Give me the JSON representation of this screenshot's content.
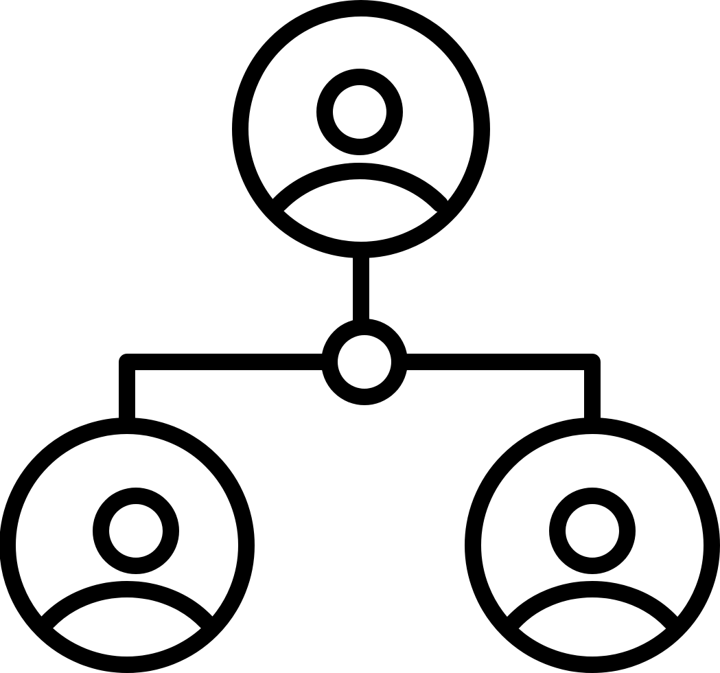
{
  "icon": {
    "name": "organization-hierarchy-icon",
    "stroke_color": "#000000",
    "background_color": "#ffffff",
    "style": "outline"
  },
  "nodes": [
    {
      "id": "top",
      "icon": "user-avatar-icon"
    },
    {
      "id": "bottom-left",
      "icon": "user-avatar-icon"
    },
    {
      "id": "bottom-right",
      "icon": "user-avatar-icon"
    }
  ],
  "hub": {
    "icon": "connector-node-icon"
  },
  "connections": [
    {
      "from": "top",
      "to": "hub"
    },
    {
      "from": "hub",
      "to": "bottom-left"
    },
    {
      "from": "hub",
      "to": "bottom-right"
    }
  ]
}
